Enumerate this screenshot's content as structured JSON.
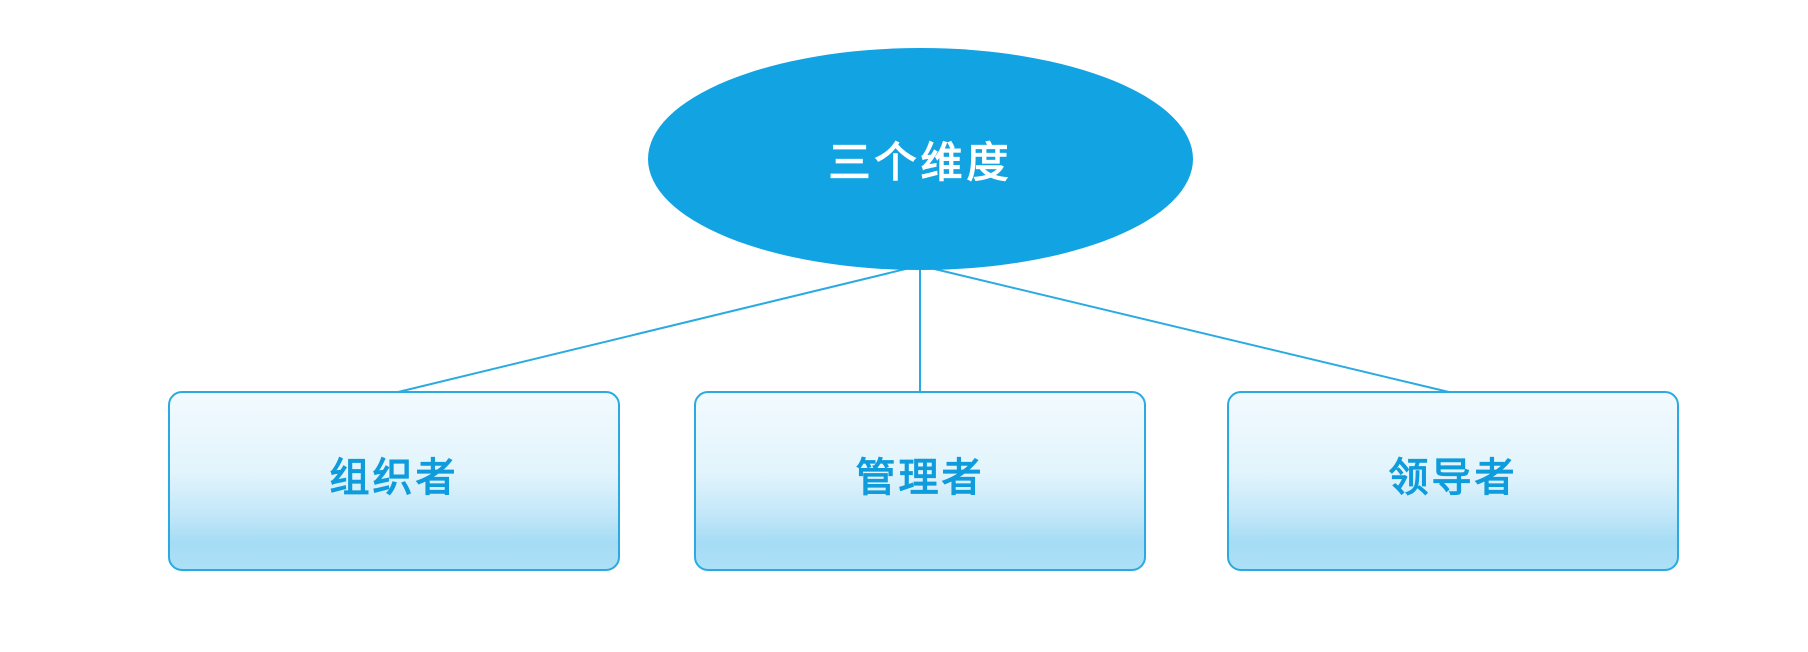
{
  "diagram": {
    "title": "三个维度",
    "root": {
      "label": "三个维度"
    },
    "children": [
      {
        "label": "组织者"
      },
      {
        "label": "管理者"
      },
      {
        "label": "领导者"
      }
    ],
    "colors": {
      "background": "#FFFFFF",
      "ellipse_fill": "#12A3E3",
      "ellipse_text": "#FFFFFF",
      "box_border": "#2BAAE2",
      "box_text": "#0E9CDC",
      "box_gradient_top": "#F2FAFE",
      "box_gradient_bottom": "#A5DCF5",
      "connector_line": "#2BAAE2"
    }
  }
}
